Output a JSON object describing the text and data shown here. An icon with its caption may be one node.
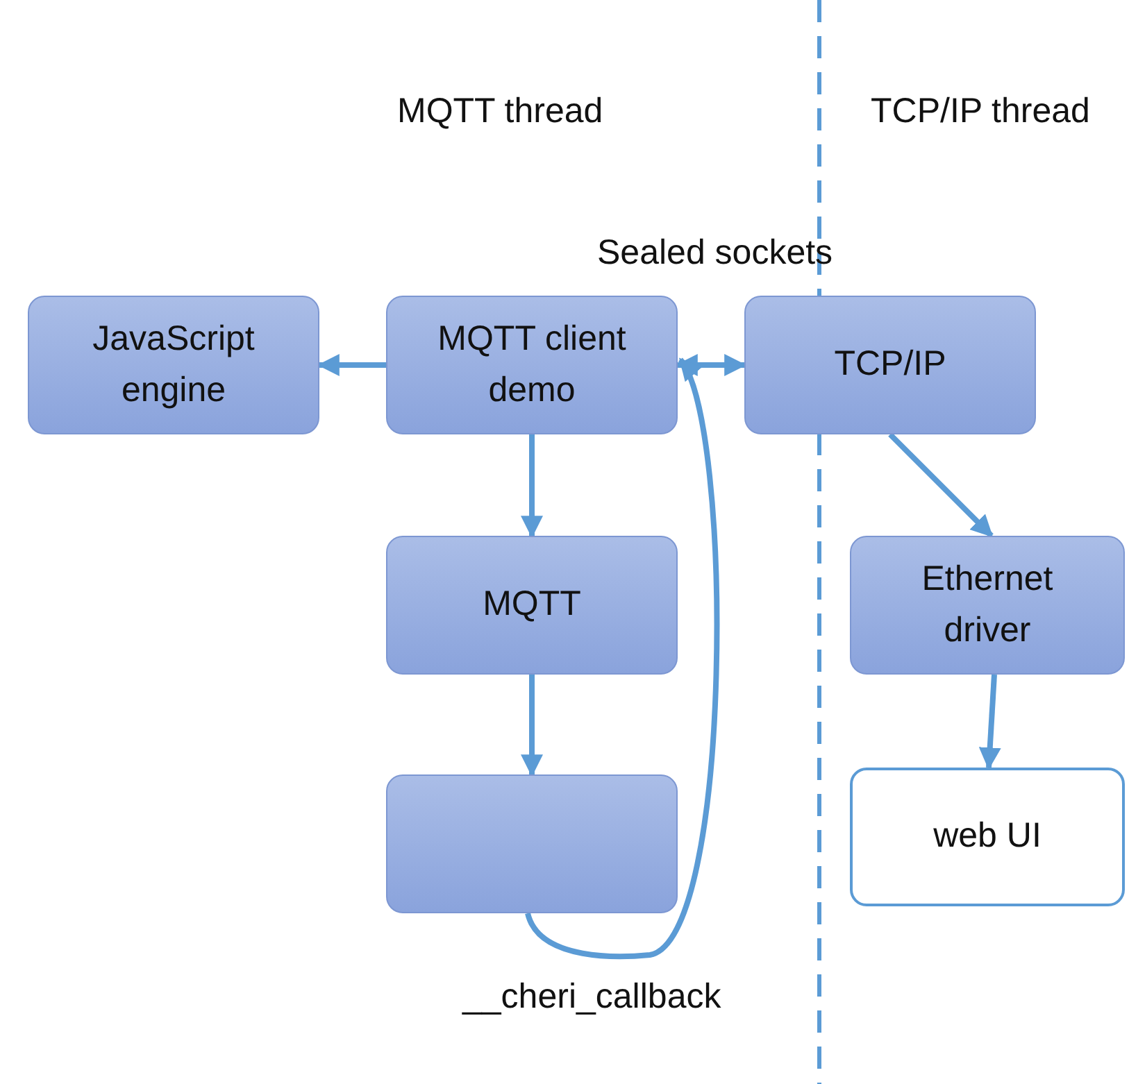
{
  "diagram": {
    "nodes": [
      {
        "text": [
          "JavaScript engine"
        ]
      },
      {
        "text": [
          "MQTT client demo"
        ]
      },
      {
        "text": [
          "TCP/IP"
        ]
      },
      {
        "text": [
          "MQTT"
        ]
      },
      {
        "text": [
          "Ethernet driver"
        ]
      },
      {
        "text": [],
        "shape": "box"
      },
      {
        "text": [
          "web UI"
        ]
      }
    ],
    "edges": [
      {
        "from": 1,
        "to": 0,
        "arrow": "to"
      },
      {
        "from": 1,
        "to": 2,
        "arrow": "both"
      },
      {
        "from": 1,
        "to": 3,
        "arrow": "to"
      },
      {
        "from": 3,
        "to": 5,
        "arrow": "to"
      },
      {
        "from": 2,
        "to": 4,
        "arrow": "to"
      },
      {
        "from": 4,
        "to": 6,
        "arrow": "to"
      },
      {
        "from": 5,
        "to": 1,
        "arrow": "to"
      }
    ],
    "labels": [
      "MQTT thread",
      "TCP/IP thread",
      "Sealed sockets",
      "__cheri_callback"
    ]
  }
}
